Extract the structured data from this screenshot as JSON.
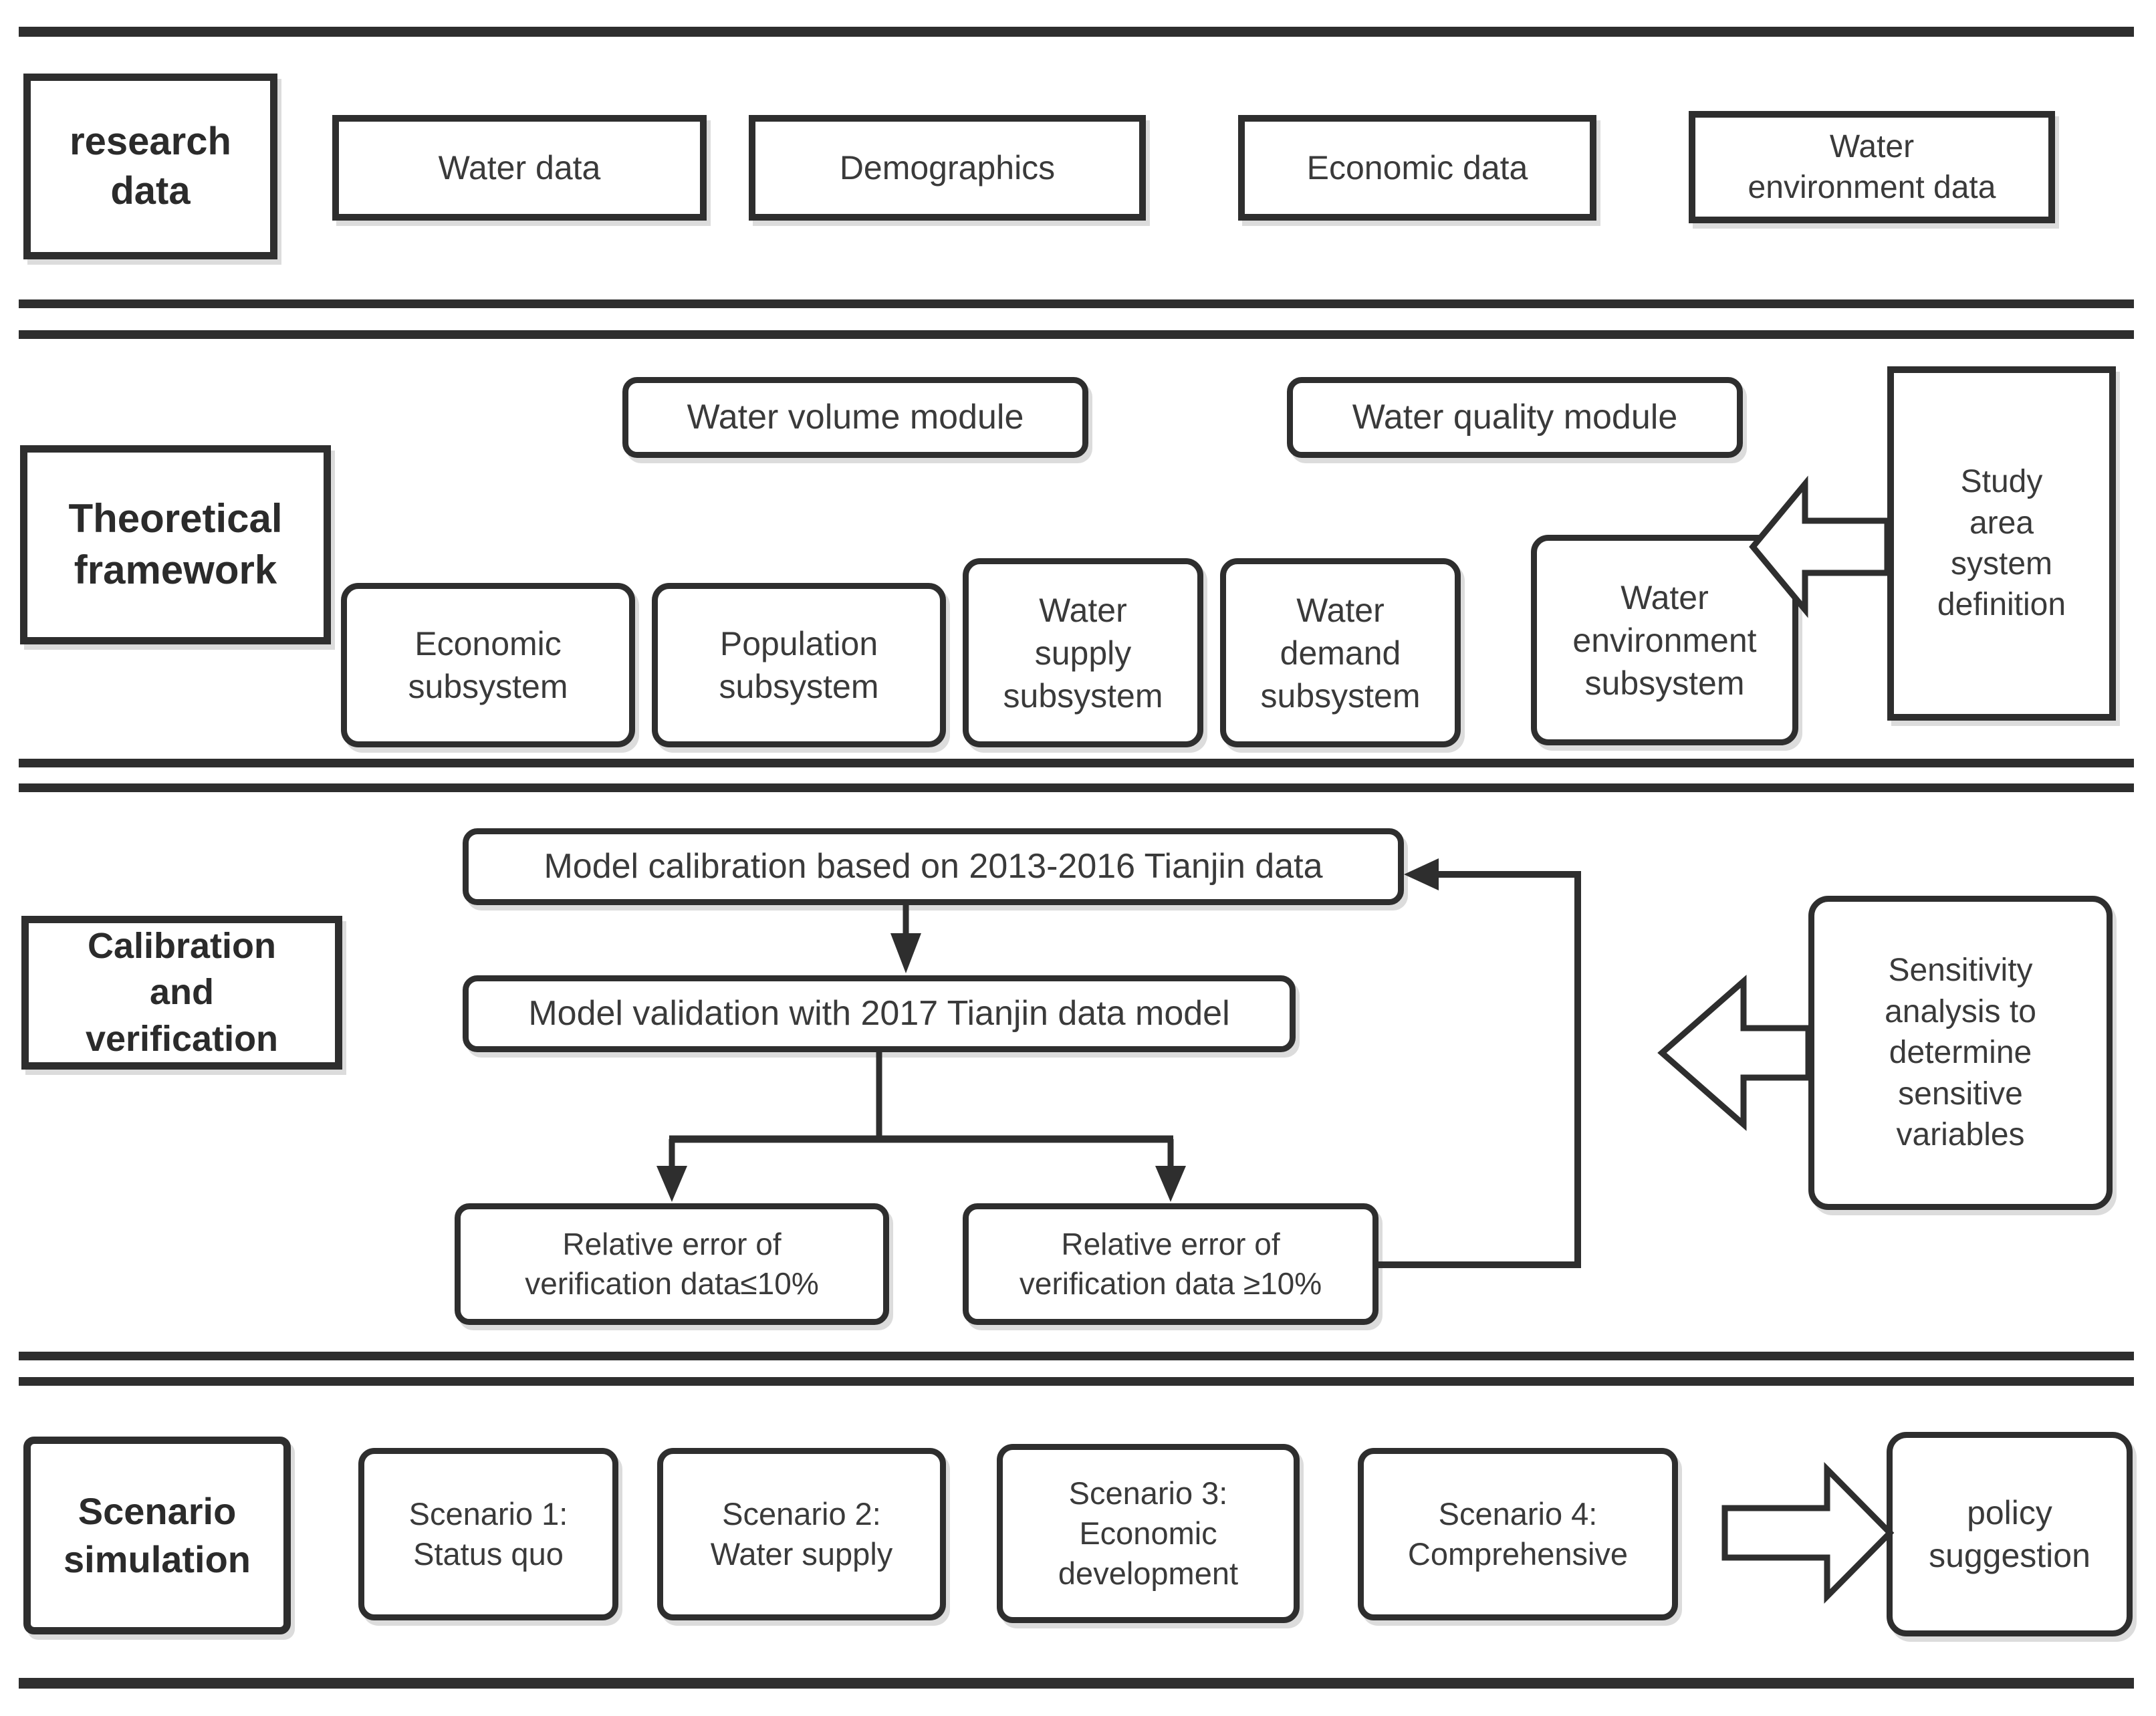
{
  "colors": {
    "ink": "#2e2e2e",
    "text": "#3a3a3a",
    "background": "#ffffff"
  },
  "diagram": {
    "research": {
      "label": "research\ndata",
      "items": [
        "Water data",
        "Demographics",
        "Economic data",
        "Water\nenvironment data"
      ]
    },
    "framework": {
      "label": "Theoretical\nframework",
      "modules": [
        "Water volume module",
        "Water quality module"
      ],
      "subsystems": [
        "Economic\nsubsystem",
        "Population\nsubsystem",
        "Water\nsupply\nsubsystem",
        "Water\ndemand\nsubsystem",
        "Water\nenvironment\nsubsystem"
      ],
      "definition": "Study\narea\nsystem\ndefinition"
    },
    "calibration": {
      "label": "Calibration\nand\nverification",
      "step1": "Model calibration based on 2013-2016 Tianjin data",
      "step2": "Model validation with 2017 Tianjin data model",
      "outcome_left": "Relative error of\nverification data≤10%",
      "outcome_right": "Relative error of\nverification data ≥10%",
      "sensitivity": "Sensitivity\nanalysis to\ndetermine\nsensitive\nvariables"
    },
    "scenario": {
      "label": "Scenario\nsimulation",
      "items": [
        "Scenario 1:\nStatus quo",
        "Scenario 2:\nWater supply",
        "Scenario 3:\nEconomic\ndevelopment",
        "Scenario 4:\nComprehensive"
      ],
      "result": "policy\nsuggestion"
    }
  }
}
